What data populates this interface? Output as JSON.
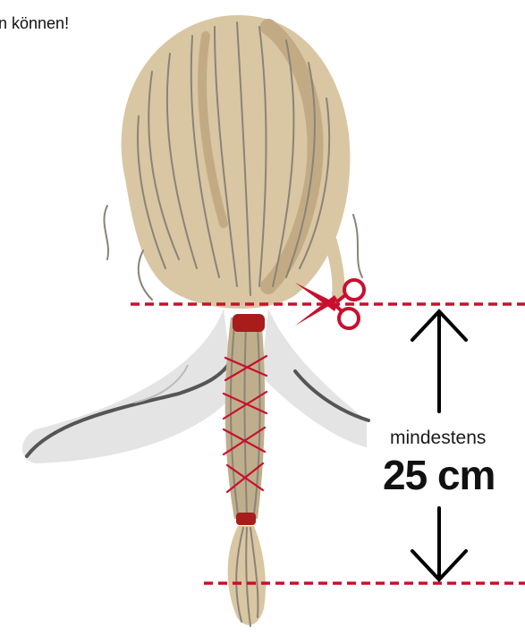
{
  "caption": {
    "text": "n können!"
  },
  "measurement": {
    "label": "mindestens",
    "value": "25 cm"
  },
  "colors": {
    "hair": "#d9c6a3",
    "hair_dark": "#b9a37f",
    "hair_lines": "#8a8478",
    "tie_red": "#a81c1c",
    "cut_line": "#c8102e",
    "shoulders": "#e3e3e3",
    "arrow": "#000000"
  },
  "icons": [
    "scissors-icon",
    "arrow-up-icon",
    "arrow-down-icon"
  ]
}
